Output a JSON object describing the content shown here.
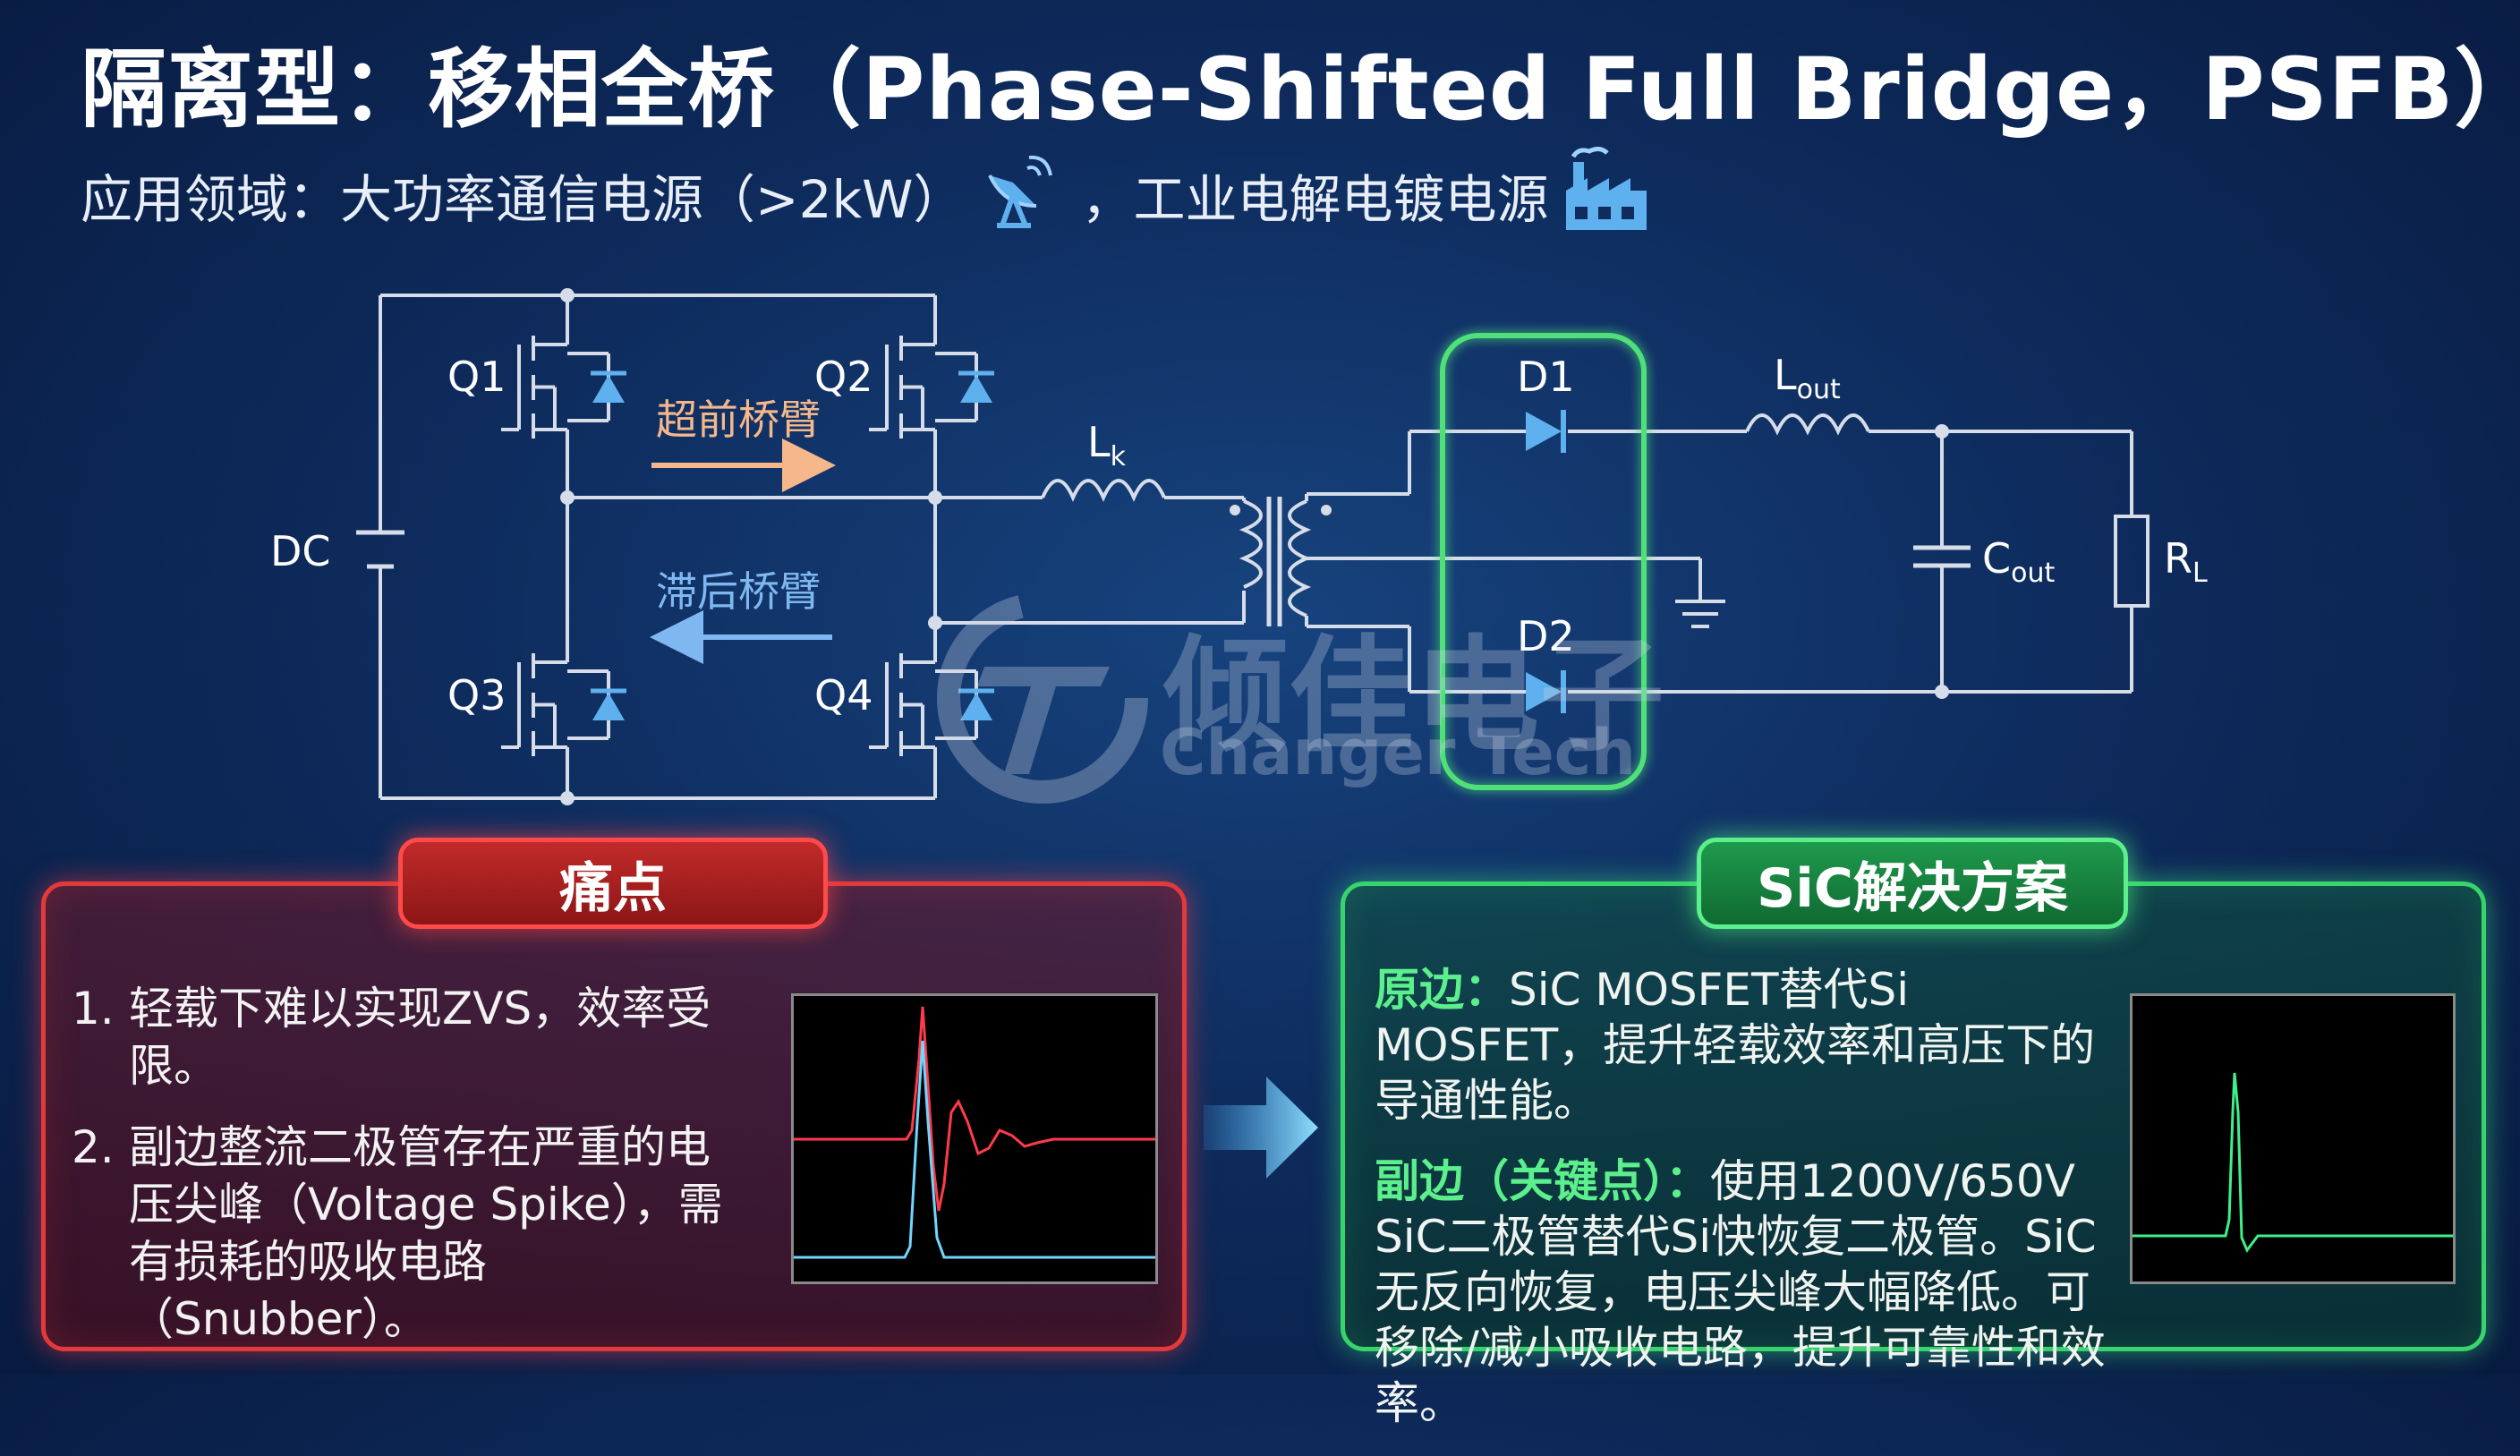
{
  "title": "隔离型：移相全桥（Phase-Shifted Full Bridge，PSFB）",
  "subtitle": {
    "part1": "应用领域：大功率通信电源（>2kW）",
    "part2": "，工业电解电镀电源",
    "icons": [
      "satellite-dish-icon",
      "factory-icon"
    ]
  },
  "circuit": {
    "source": "DC",
    "switches": [
      "Q1",
      "Q2",
      "Q3",
      "Q4"
    ],
    "leading_leg": "超前桥臂",
    "lagging_leg": "滞后桥臂",
    "leakage_inductor": {
      "main": "L",
      "sub": "k"
    },
    "diodes": [
      "D1",
      "D2"
    ],
    "output_inductor": {
      "main": "L",
      "sub": "out"
    },
    "output_capacitor": {
      "main": "C",
      "sub": "out"
    },
    "load": {
      "main": "R",
      "sub": "L"
    },
    "colors": {
      "wire": "#d6dce8",
      "leading": "#f6b88a",
      "lagging": "#7fb8f0",
      "highlight": "#4fe07a"
    }
  },
  "watermark": {
    "cn": "倾佳电子",
    "en": "Changer Tech"
  },
  "pain": {
    "header": "痛点",
    "items": [
      {
        "num": "1.",
        "text": "轻载下难以实现ZVS，效率受限。"
      },
      {
        "num": "2.",
        "text": "副边整流二极管存在严重的电压尖峰（Voltage Spike），需有损耗的吸收电路（Snubber）。"
      }
    ],
    "scope_colors": {
      "trace1": "#ff3b4a",
      "trace2": "#6fd6ff"
    }
  },
  "solution": {
    "header": "SiC解决方案",
    "p1_label": "原边：",
    "p1_text": "SiC MOSFET替代Si MOSFET，提升轻载效率和高压下的导通性能。",
    "p2_label": "副边（关键点）：",
    "p2_text": "使用1200V/650V SiC二极管替代Si快恢复二极管。SiC无反向恢复，电压尖峰大幅降低。可移除/减小吸收电路，提升可靠性和效率。",
    "scope_colors": {
      "trace": "#3ff08a"
    }
  }
}
